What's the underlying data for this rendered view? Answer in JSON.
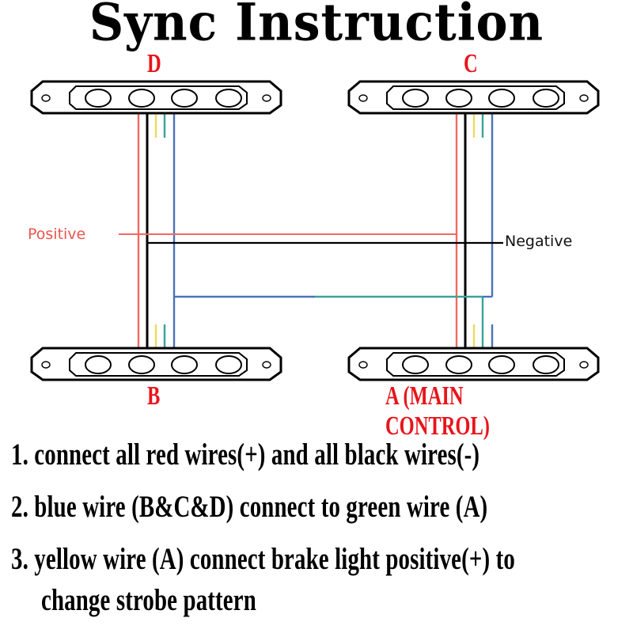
{
  "title": "Sync Instruction",
  "units": {
    "top_left": "D",
    "top_right": "C",
    "bottom_left": "B",
    "bottom_right": "A (MAIN CONTROL)"
  },
  "wire_labels": {
    "positive": "Positive",
    "negative": "Negative"
  },
  "wire_colors": {
    "red": "#ef6a63",
    "black": "#000000",
    "yellow": "#f1d860",
    "green": "#3aa39a",
    "blue": "#4a72b8"
  },
  "label_colors": {
    "unit": "#e8141b",
    "positive": "#e8554f",
    "negative": "#111111"
  },
  "steps": [
    "1. connect all red wires(+) and all black wires(-)",
    "2. blue wire (B&C&D) connect to green wire (A)",
    "3. yellow wire  (A) connect brake light positive(+) to",
    "change strobe pattern"
  ]
}
